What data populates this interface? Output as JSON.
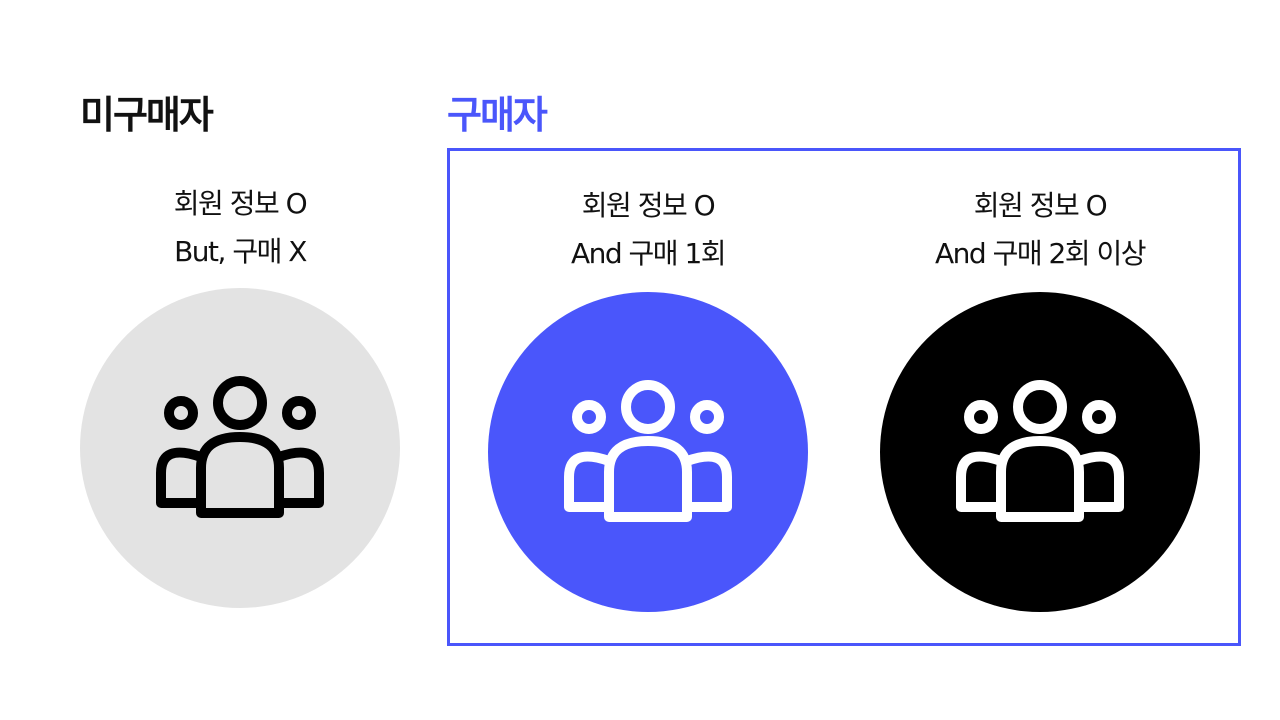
{
  "groups": {
    "non_buyer": {
      "title": "미구매자"
    },
    "buyer": {
      "title": "구매자"
    }
  },
  "segments": [
    {
      "line1": "회원 정보 O",
      "line2": "But, 구매 X",
      "icon": "users-icon",
      "circle_color": "#e3e3e3",
      "icon_color": "#000000"
    },
    {
      "line1": "회원 정보 O",
      "line2": "And 구매 1회",
      "icon": "users-icon",
      "circle_color": "#4a56fb",
      "icon_color": "#ffffff"
    },
    {
      "line1": "회원 정보 O",
      "line2": "And 구매 2회 이상",
      "icon": "users-icon",
      "circle_color": "#000000",
      "icon_color": "#ffffff"
    }
  ],
  "accent_color": "#4a56fb"
}
